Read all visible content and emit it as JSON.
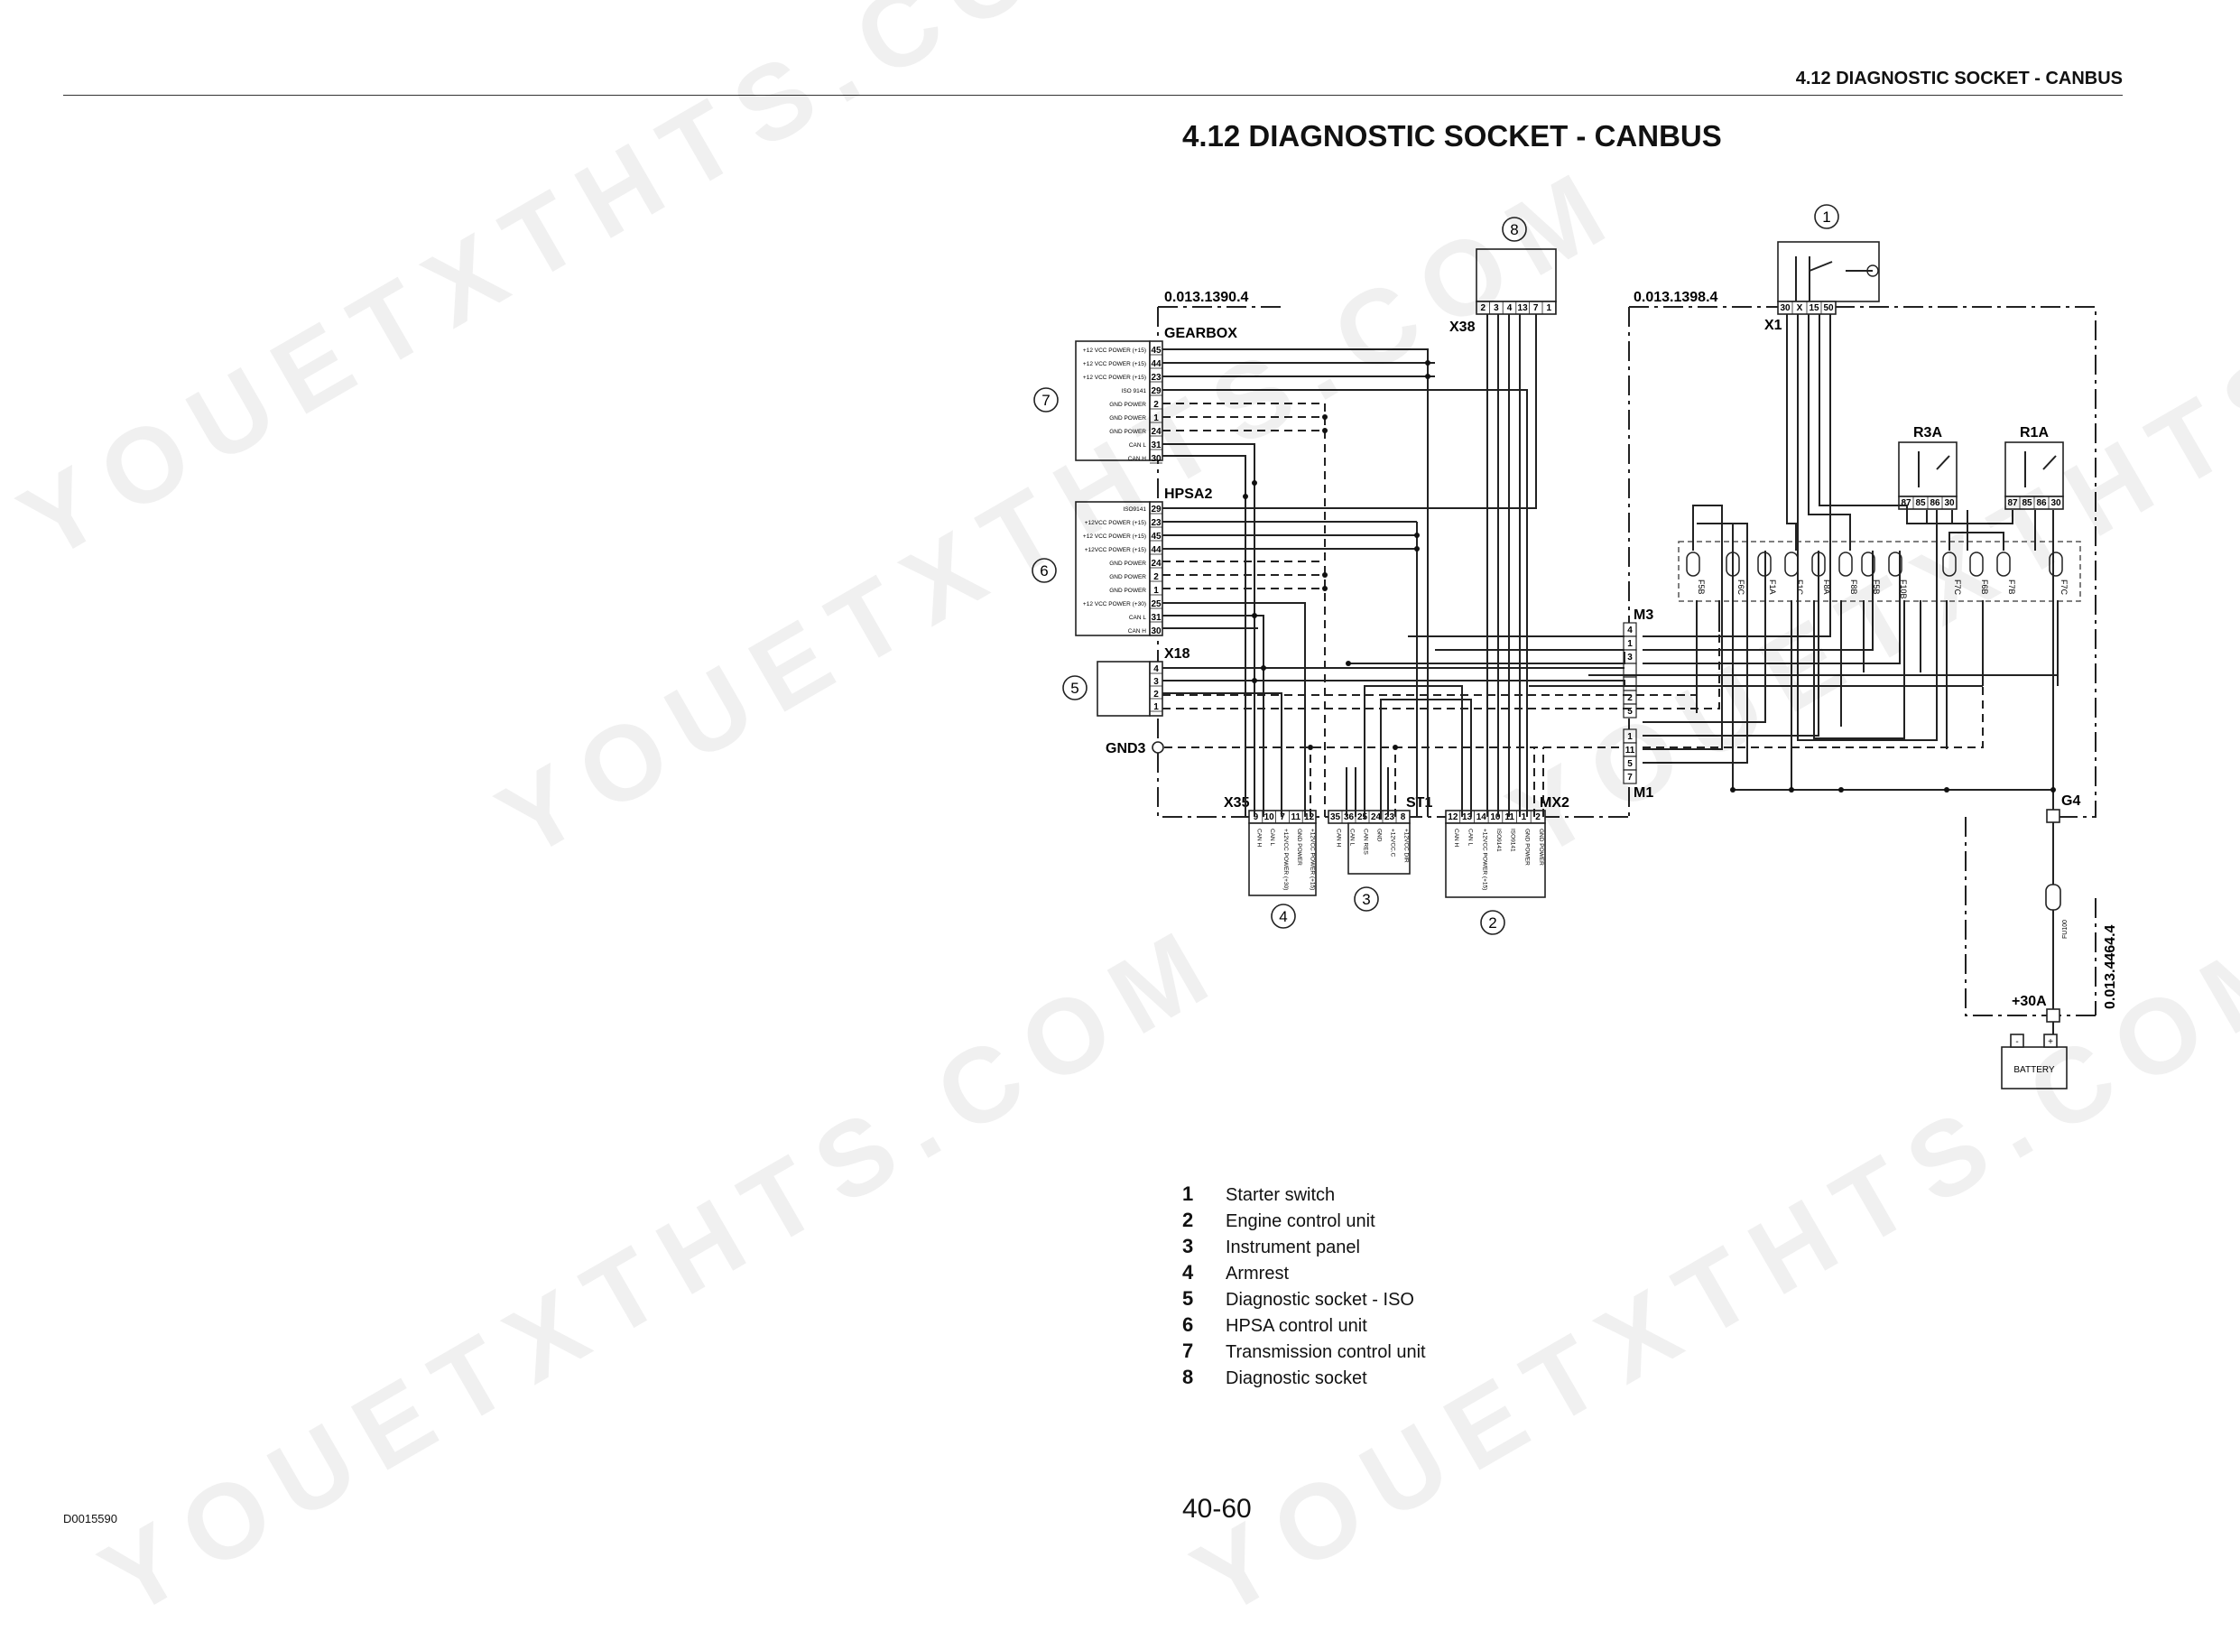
{
  "header": {
    "section_title": "4.12 DIAGNOSTIC SOCKET - CANBUS"
  },
  "page_title": "4.12 DIAGNOSTIC SOCKET - CANBUS",
  "doc_code": "D0015590",
  "page_number": "40-60",
  "watermark": "YOUETXTHTS.COM",
  "legend": [
    {
      "num": "1",
      "label": "Starter switch"
    },
    {
      "num": "2",
      "label": "Engine control unit"
    },
    {
      "num": "3",
      "label": "Instrument panel"
    },
    {
      "num": "4",
      "label": "Armrest"
    },
    {
      "num": "5",
      "label": "Diagnostic socket - ISO"
    },
    {
      "num": "6",
      "label": "HPSA control unit"
    },
    {
      "num": "7",
      "label": "Transmission control unit"
    },
    {
      "num": "8",
      "label": "Diagnostic socket"
    }
  ],
  "diagram": {
    "ref_codes": [
      "0.013.1390.4",
      "0.013.1398.4",
      "0.013.4464.4"
    ],
    "connectors": {
      "gearbox": "GEARBOX",
      "hpsa2": "HPSA2",
      "x18": "X18",
      "gnd3": "GND3",
      "x38": "X38",
      "x1": "X1",
      "m3": "M3",
      "m1": "M1",
      "x35": "X35",
      "st1": "ST1",
      "mx2": "MX2",
      "g4": "G4",
      "r3a": "R3A",
      "r1a": "R1A",
      "plus30a": "+30A",
      "battery": "BATTERY",
      "fu100": "FU100"
    },
    "callouts": [
      "1",
      "2",
      "3",
      "4",
      "5",
      "6",
      "7",
      "8"
    ],
    "gearbox_pins": [
      {
        "label": "+12 VCC POWER (+15)",
        "pin": "45"
      },
      {
        "label": "+12 VCC POWER (+15)",
        "pin": "44"
      },
      {
        "label": "+12 VCC POWER (+15)",
        "pin": "23"
      },
      {
        "label": "ISO 9141",
        "pin": "29"
      },
      {
        "label": "GND POWER",
        "pin": "2"
      },
      {
        "label": "GND POWER",
        "pin": "1"
      },
      {
        "label": "GND POWER",
        "pin": "24"
      },
      {
        "label": "CAN L",
        "pin": "31"
      },
      {
        "label": "CAN H",
        "pin": "30"
      }
    ],
    "hpsa_pins": [
      {
        "label": "ISO9141",
        "pin": "29"
      },
      {
        "label": "+12VCC POWER (+15)",
        "pin": "23"
      },
      {
        "label": "+12 VCC POWER (+15)",
        "pin": "45"
      },
      {
        "label": "+12VCC POWER (+15)",
        "pin": "44"
      },
      {
        "label": "GND POWER",
        "pin": "24"
      },
      {
        "label": "GND POWER",
        "pin": "2"
      },
      {
        "label": "GND POWER",
        "pin": "1"
      },
      {
        "label": "+12 VCC POWER (+30)",
        "pin": "25"
      },
      {
        "label": "CAN L",
        "pin": "31"
      },
      {
        "label": "CAN H",
        "pin": "30"
      }
    ],
    "x18_pins": [
      "4",
      "3",
      "2",
      "1"
    ],
    "m3_pins": [
      "4",
      "1",
      "3",
      "",
      "",
      "2",
      "5"
    ],
    "m1_pins": [
      "1",
      "11",
      "5",
      "7"
    ],
    "x38_pins": [
      "2",
      "3",
      "4",
      "13",
      "7",
      "1"
    ],
    "x1_pins": [
      "30",
      "X",
      "15",
      "50"
    ],
    "r3a_pins": [
      "87",
      "85",
      "86",
      "30"
    ],
    "r1a_pins": [
      "87",
      "85",
      "86",
      "30"
    ],
    "fuses": [
      "F5B",
      "F6C",
      "F1A",
      "F1C",
      "F8A",
      "F8B",
      "F5B",
      "F10B",
      "F7C",
      "F6B",
      "F7B",
      "F7C"
    ],
    "x35": {
      "pins": [
        "9",
        "10",
        "7",
        "11",
        "12"
      ],
      "labels": [
        "CAN H",
        "CAN L",
        "+12VCC POWER (+30)",
        "GND POWER",
        "+12VCC POWER (+15)"
      ]
    },
    "st1": {
      "pins": [
        "35",
        "36",
        "25",
        "24",
        "23",
        "8"
      ],
      "labels": [
        "CAN H",
        "CAN L",
        "CAN RES",
        "GND",
        "+12VCC.C",
        "+12VCC DIR"
      ]
    },
    "mx2": {
      "pins": [
        "12",
        "13",
        "14",
        "10",
        "11",
        "1",
        "2"
      ],
      "labels": [
        "CAN H",
        "CAN L",
        "+12VCC POWER (+15)",
        "ISO9141",
        "ISO9141",
        "GND POWER",
        "GND POWER"
      ]
    },
    "battery_terminals": [
      "-",
      "+"
    ]
  }
}
